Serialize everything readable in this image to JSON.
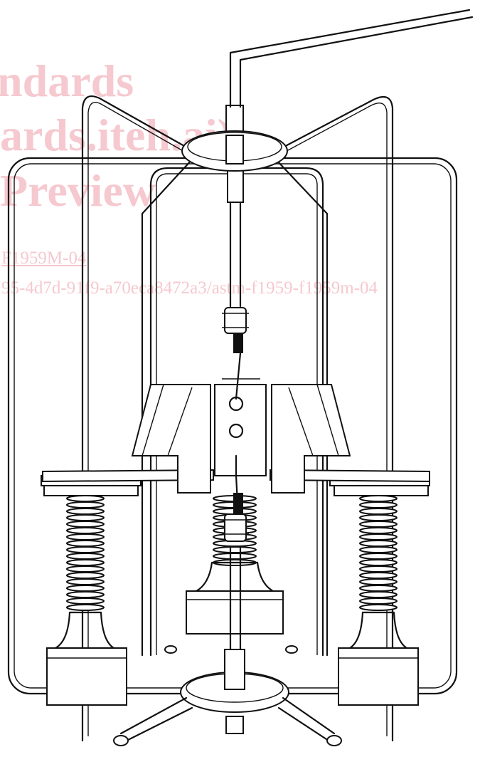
{
  "watermark": {
    "line1": "ndards",
    "line2": "ards.iteh.ai)",
    "line3": "Preview",
    "line4": "F1959M-04",
    "line5": "95-4d7d-91f9-a70eca8472a3/astm-f1959-f1959m-04",
    "color": "#f5c9cf"
  },
  "colors": {
    "line": "#111111",
    "background": "#ffffff"
  }
}
